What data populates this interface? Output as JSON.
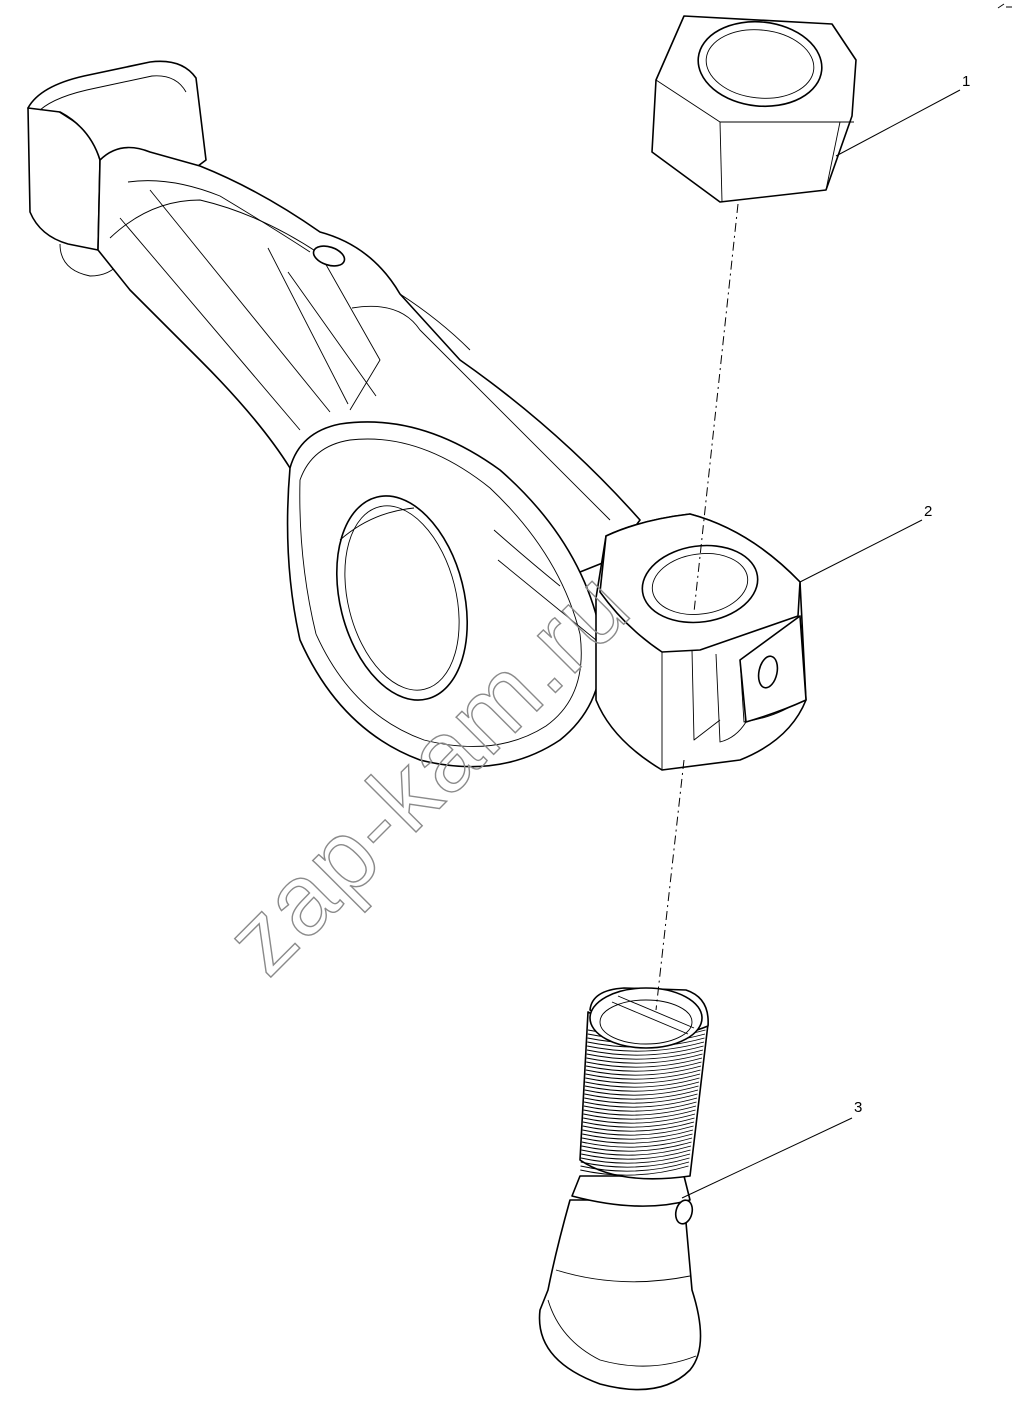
{
  "watermark": "zap-kam.ru",
  "callouts": [
    {
      "number": "1",
      "part": "nut"
    },
    {
      "number": "2",
      "part": "rocker-arm"
    },
    {
      "number": "3",
      "part": "adjusting-screw"
    }
  ]
}
